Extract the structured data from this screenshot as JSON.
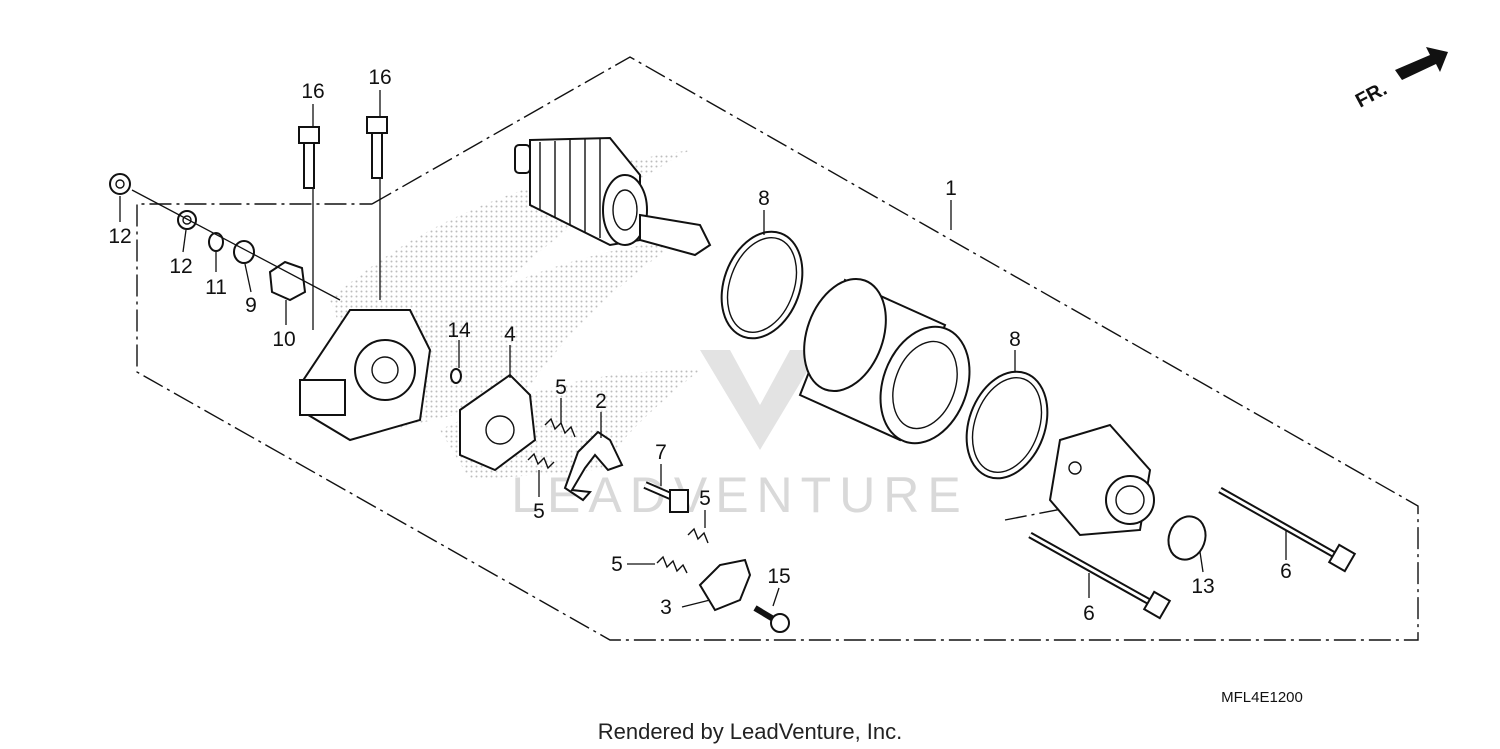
{
  "diagram": {
    "drawing_code": "MFL4E1200",
    "footer": "Rendered by LeadVenture, Inc.",
    "direction_indicator": "FR.",
    "watermark": "LEADVENTURE",
    "part_callouts": [
      "1",
      "2",
      "3",
      "4",
      "5",
      "5",
      "5",
      "5",
      "6",
      "6",
      "7",
      "8",
      "8",
      "9",
      "10",
      "11",
      "12",
      "12",
      "13",
      "14",
      "15",
      "16",
      "16"
    ]
  }
}
